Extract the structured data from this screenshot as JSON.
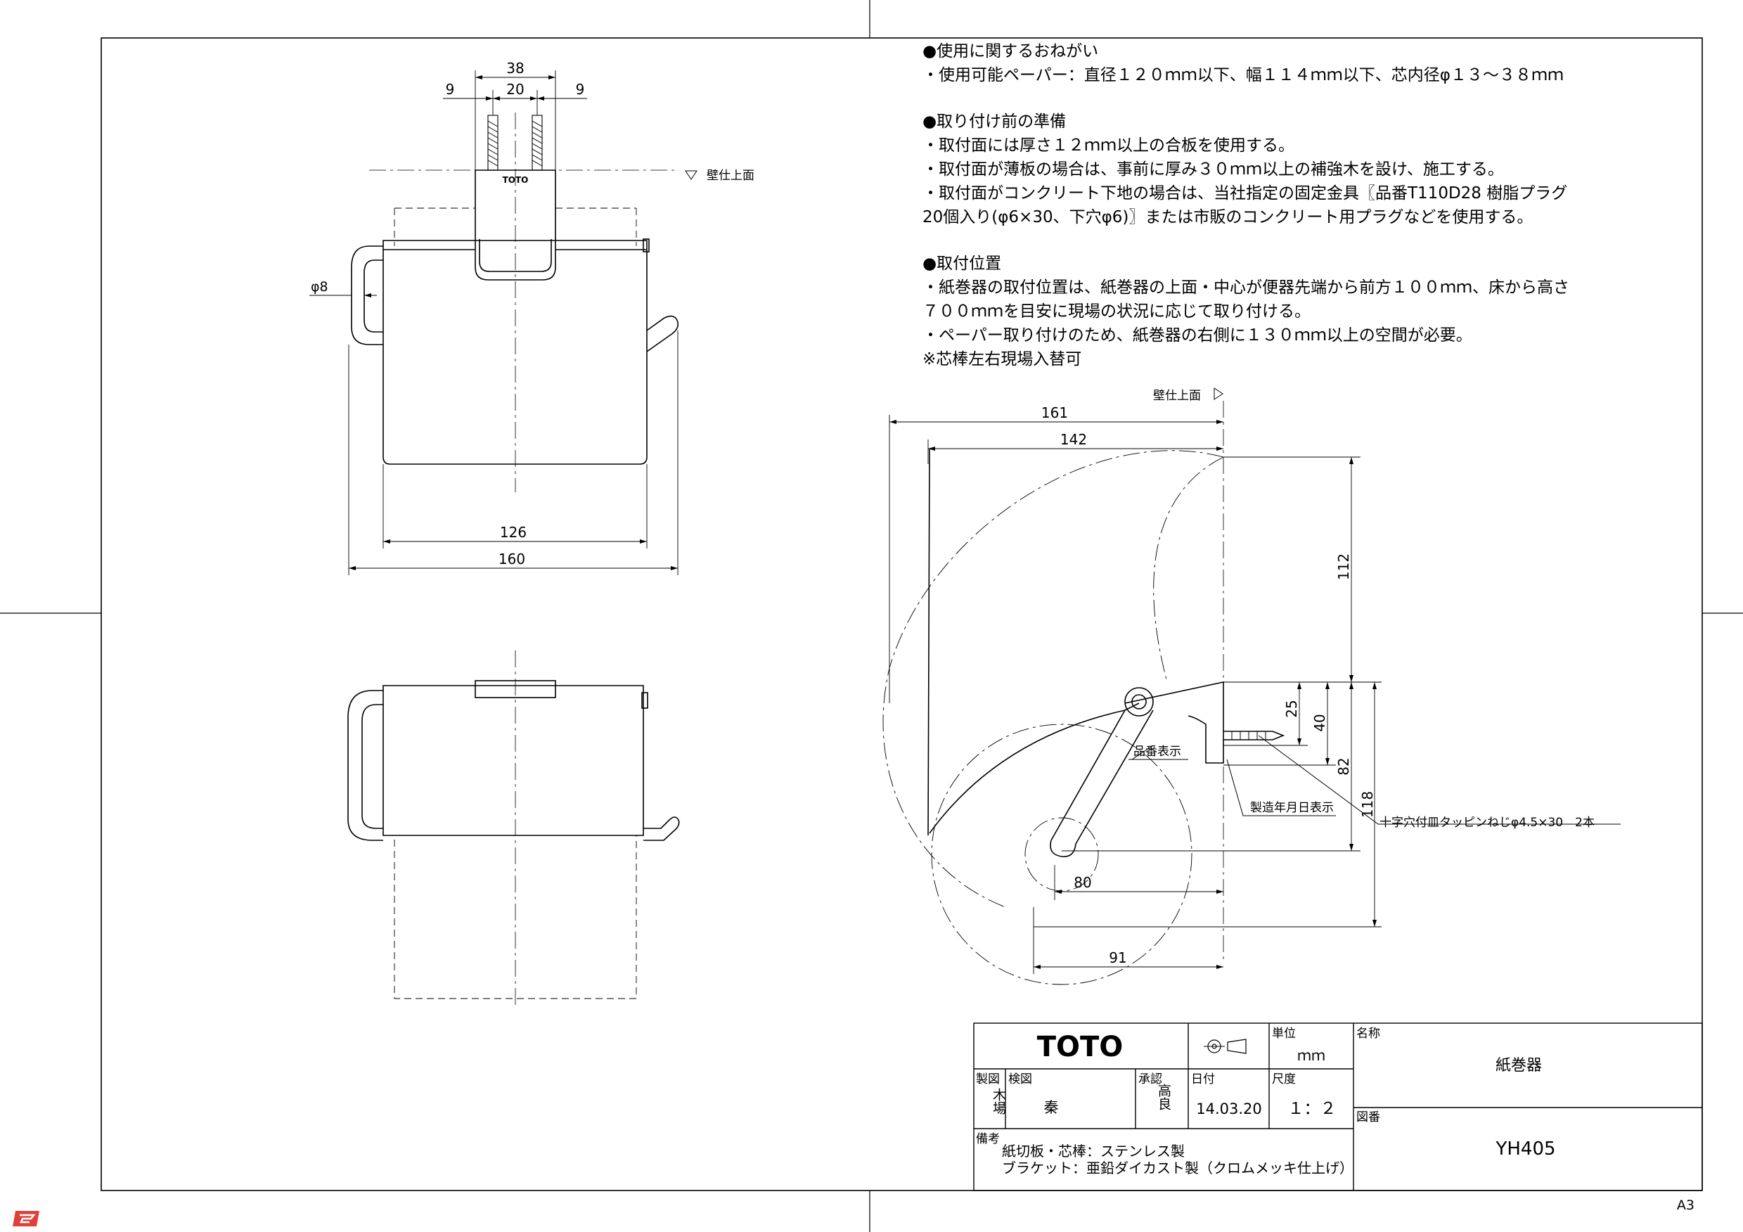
{
  "notes": {
    "usage_title": "●使用に関するおねがい",
    "usage_items": [
      "・使用可能ペーパー：直径１２０ｍｍ以下、幅１１４ｍｍ以下、芯内径φ１３～３８ｍｍ"
    ],
    "prep_title": "●取り付け前の準備",
    "prep_items": [
      "・取付面には厚さ１２ｍｍ以上の合板を使用する。",
      "・取付面が薄板の場合は、事前に厚み３０ｍｍ以上の補強木を設け、施工する。",
      "・取付面がコンクリート下地の場合は、当社指定の固定金具〖品番T110D28 樹脂プラグ",
      "20個入り(φ6×30、下穴φ6)〗または市販のコンクリート用プラグなどを使用する。"
    ],
    "position_title": "●取付位置",
    "position_items": [
      "・紙巻器の取付位置は、紙巻器の上面・中心が便器先端から前方１００ｍｍ、床から高さ",
      "７００ｍｍを目安に現場の状況に応じて取り付ける。",
      "・ペーパー取り付けのため、紙巻器の右側に１３０ｍｍ以上の空間が必要。",
      "※芯棒左右現場入替可"
    ]
  },
  "front_view": {
    "dim_38": "38",
    "dim_20": "20",
    "dim_9_left": "9",
    "dim_9_right": "9",
    "wall_label": "壁仕上面",
    "brand_mark": "TOTO",
    "dim_phi8": "φ8",
    "dim_126": "126",
    "dim_160": "160"
  },
  "side_view": {
    "wall_label": "壁仕上面",
    "dim_161": "161",
    "dim_142": "142",
    "dim_112": "112",
    "dim_25": "25",
    "dim_40": "40",
    "dim_82": "82",
    "dim_118": "118",
    "dim_80": "80",
    "dim_91": "91",
    "label_part_no": "品番表示",
    "label_mfg_date": "製造年月日表示",
    "label_screw": "十字穴付皿タッピンねじφ4.5×30　2本"
  },
  "title_block": {
    "brand": "TOTO",
    "unit_label": "単位",
    "unit_value": "ｍｍ",
    "name_label": "名称",
    "name_value": "紙巻器",
    "drawn_label": "製図",
    "drawn_value": "木場",
    "checked_label": "検図",
    "checked_value": "秦",
    "approved_label": "承認",
    "approved_value": "高良",
    "date_label": "日付",
    "date_value": "14.03.20",
    "scale_label": "尺度",
    "scale_value": "１：２",
    "drawing_no_label": "図番",
    "drawing_no_value": "YH405",
    "remarks_label": "備考",
    "remarks_line1": "紙切板・芯棒：ステンレス製",
    "remarks_line2": "ブラケット：亜鉛ダイカスト製（クロムメッキ仕上げ）"
  },
  "sheet_size": "A3"
}
